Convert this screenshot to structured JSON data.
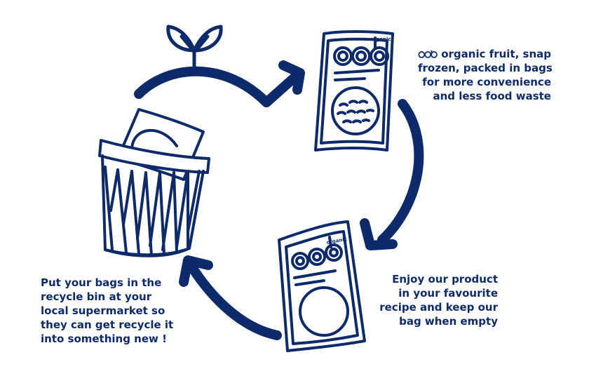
{
  "colors": {
    "primary": "#0d2a6b",
    "background": "#ffffff"
  },
  "captions": {
    "product": {
      "brand": "oob",
      "lines": [
        "organic fruit, snap",
        "frozen, packed in bags",
        "for more convenience",
        "and less food waste"
      ]
    },
    "enjoy": {
      "lines": [
        "Enjoy our product",
        "in your favourite",
        "recipe and keep our",
        "bag when empty"
      ]
    },
    "recycle": {
      "lines": [
        "Put your bags in the",
        "recycle bin at your",
        "local supermarket so",
        "they can get recycle it",
        "into something new !"
      ]
    }
  },
  "bag_labels": {
    "logo": "oob",
    "tag": "organic"
  },
  "icons": [
    "sprout-icon",
    "frozen-bag-icon",
    "empty-bag-icon",
    "recycle-bin-icon",
    "cycle-arrow-icon"
  ]
}
